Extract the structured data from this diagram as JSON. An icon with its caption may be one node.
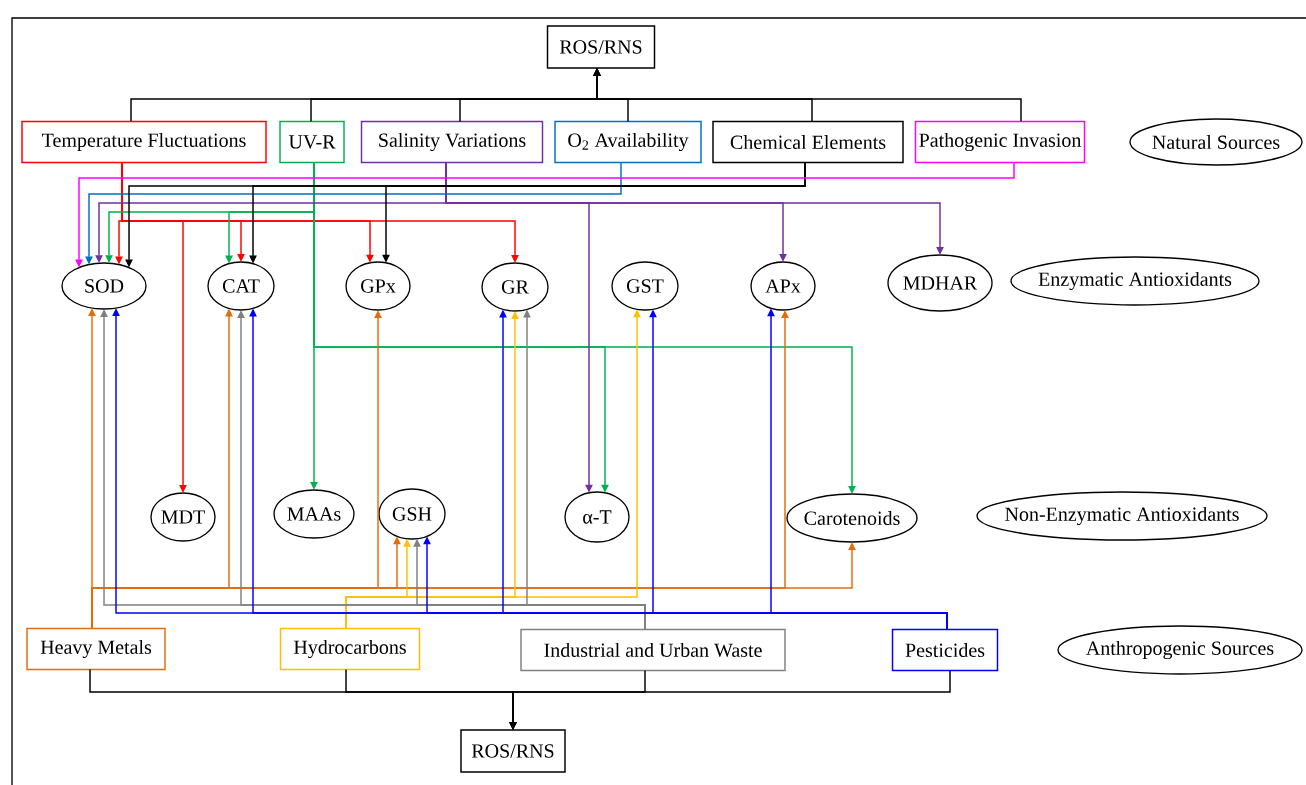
{
  "diagram": {
    "nodes": [
      {
        "text": [
          "ROS/RNS"
        ]
      },
      {
        "text": [
          "Temperature Fluctuations"
        ]
      },
      {
        "text": [
          "UV-R"
        ]
      },
      {
        "text": [
          "Salinity Variations"
        ]
      },
      {
        "text": [
          "O$_{2}$ Availability"
        ]
      },
      {
        "text": [
          "Chemical Elements"
        ]
      },
      {
        "text": [
          "Pathogenic Invasion"
        ]
      },
      {
        "text": [
          "Natural Sources"
        ]
      },
      {
        "text": [
          "SOD"
        ]
      },
      {
        "text": [
          "CAT"
        ]
      },
      {
        "text": [
          "GPx"
        ]
      },
      {
        "text": [
          "GR"
        ]
      },
      {
        "text": [
          "GST"
        ]
      },
      {
        "text": [
          "APx"
        ]
      },
      {
        "text": [
          "MDHAR"
        ]
      },
      {
        "text": [
          "Enzymatic Antioxidants"
        ]
      },
      {
        "text": [
          "MDT"
        ]
      },
      {
        "text": [
          "MAAs"
        ]
      },
      {
        "text": [
          "GSH"
        ]
      },
      {
        "text": [
          "α-T"
        ]
      },
      {
        "text": [
          "Carotenoids"
        ]
      },
      {
        "text": [
          "Non-Enzymatic Antioxidants"
        ]
      },
      {
        "text": [
          "Heavy Metals"
        ]
      },
      {
        "text": [
          "Hydrocarbons"
        ]
      },
      {
        "text": [
          "Industrial and Urban Waste"
        ]
      },
      {
        "text": [
          "Pesticides"
        ]
      },
      {
        "text": [
          "Anthropogenic Sources"
        ]
      },
      {
        "text": [
          "ROS/RNS"
        ]
      }
    ],
    "edges": [
      {
        "from": 1,
        "to": 0,
        "arrow": "to"
      },
      {
        "from": 2,
        "to": 0,
        "arrow": "to"
      },
      {
        "from": 3,
        "to": 0,
        "arrow": "to"
      },
      {
        "from": 4,
        "to": 0,
        "arrow": "to"
      },
      {
        "from": 5,
        "to": 0,
        "arrow": "to"
      },
      {
        "from": 6,
        "to": 0,
        "arrow": "to"
      },
      {
        "from": 22,
        "to": 27,
        "arrow": "to"
      },
      {
        "from": 23,
        "to": 27,
        "arrow": "to"
      },
      {
        "from": 24,
        "to": 27,
        "arrow": "to"
      },
      {
        "from": 25,
        "to": 27,
        "arrow": "to"
      },
      {
        "from": 1,
        "to": 8,
        "arrow": "to",
        "color": "#ff0000"
      },
      {
        "from": 1,
        "to": 9,
        "arrow": "to",
        "color": "#ff0000"
      },
      {
        "from": 1,
        "to": 10,
        "arrow": "to",
        "color": "#ff0000"
      },
      {
        "from": 1,
        "to": 11,
        "arrow": "to",
        "color": "#ff0000"
      },
      {
        "from": 1,
        "to": 16,
        "arrow": "to",
        "color": "#ff0000"
      },
      {
        "from": 2,
        "to": 8,
        "arrow": "to",
        "color": "#00b050"
      },
      {
        "from": 2,
        "to": 9,
        "arrow": "to",
        "color": "#00b050"
      },
      {
        "from": 2,
        "to": 17,
        "arrow": "to",
        "color": "#00b050"
      },
      {
        "from": 2,
        "to": 19,
        "arrow": "to",
        "color": "#00b050"
      },
      {
        "from": 2,
        "to": 20,
        "arrow": "to",
        "color": "#00b050"
      },
      {
        "from": 3,
        "to": 8,
        "arrow": "to",
        "color": "#7030a0"
      },
      {
        "from": 3,
        "to": 19,
        "arrow": "to",
        "color": "#7030a0"
      },
      {
        "from": 3,
        "to": 13,
        "arrow": "to",
        "color": "#7030a0"
      },
      {
        "from": 3,
        "to": 14,
        "arrow": "to",
        "color": "#7030a0"
      },
      {
        "from": 4,
        "to": 8,
        "arrow": "to",
        "color": "#0070c0"
      },
      {
        "from": 5,
        "to": 8,
        "arrow": "to"
      },
      {
        "from": 5,
        "to": 9,
        "arrow": "to"
      },
      {
        "from": 5,
        "to": 10,
        "arrow": "to"
      },
      {
        "from": 6,
        "to": 8,
        "arrow": "to",
        "color": "#ff00ff"
      },
      {
        "from": 22,
        "to": 8,
        "arrow": "to",
        "color": "#e46c0a"
      },
      {
        "from": 22,
        "to": 9,
        "arrow": "to",
        "color": "#e46c0a"
      },
      {
        "from": 22,
        "to": 10,
        "arrow": "to",
        "color": "#e46c0a"
      },
      {
        "from": 22,
        "to": 18,
        "arrow": "to",
        "color": "#e46c0a"
      },
      {
        "from": 22,
        "to": 13,
        "arrow": "to",
        "color": "#e46c0a"
      },
      {
        "from": 22,
        "to": 20,
        "arrow": "to",
        "color": "#e46c0a"
      },
      {
        "from": 23,
        "to": 18,
        "arrow": "to",
        "color": "#ffc000"
      },
      {
        "from": 23,
        "to": 11,
        "arrow": "to",
        "color": "#ffc000"
      },
      {
        "from": 23,
        "to": 12,
        "arrow": "to",
        "color": "#ffc000"
      },
      {
        "from": 24,
        "to": 8,
        "arrow": "to",
        "color": "#808080"
      },
      {
        "from": 24,
        "to": 9,
        "arrow": "to",
        "color": "#808080"
      },
      {
        "from": 24,
        "to": 18,
        "arrow": "to",
        "color": "#808080"
      },
      {
        "from": 24,
        "to": 11,
        "arrow": "to",
        "color": "#808080"
      },
      {
        "from": 25,
        "to": 8,
        "arrow": "to",
        "color": "#0000ff"
      },
      {
        "from": 25,
        "to": 9,
        "arrow": "to",
        "color": "#0000ff"
      },
      {
        "from": 25,
        "to": 18,
        "arrow": "to",
        "color": "#0000ff"
      },
      {
        "from": 25,
        "to": 11,
        "arrow": "to",
        "color": "#0000ff"
      },
      {
        "from": 25,
        "to": 12,
        "arrow": "to",
        "color": "#0000ff"
      },
      {
        "from": 25,
        "to": 13,
        "arrow": "to",
        "color": "#0000ff"
      }
    ]
  }
}
